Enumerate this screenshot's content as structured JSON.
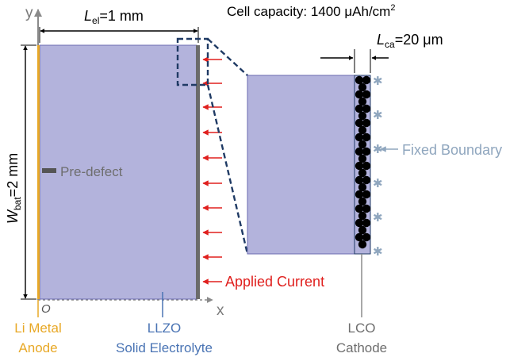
{
  "axes": {
    "y_label": "y",
    "x_label": "x",
    "origin_label": "O"
  },
  "dimensions": {
    "electrolyte_length": {
      "symbol": "L",
      "subscript": "el",
      "value": "=1 mm"
    },
    "battery_width": {
      "symbol": "W",
      "subscript": "bat",
      "value": "=2 mm"
    },
    "cathode_length": {
      "symbol": "L",
      "subscript": "ca",
      "value": "=20 μm"
    }
  },
  "cell_capacity": {
    "text": "Cell capacity: 1400 μAh/cm",
    "superscript": "2"
  },
  "labels": {
    "pre_defect": "Pre-defect",
    "applied_current": "Applied Current",
    "fixed_boundary": "Fixed Boundary",
    "anode_line1": "Li Metal",
    "anode_line2": "Anode",
    "electrolyte_line1": "LLZO",
    "electrolyte_line2": "Solid Electrolyte",
    "cathode_line1": "LCO",
    "cathode_line2": "Cathode"
  },
  "colors": {
    "electrolyte_fill": "#b3b3dc",
    "anode": "#e8a826",
    "current_arrow": "#e0201e",
    "dashed_outline": "#1f3a64",
    "boundary_arrow": "#8fa6be",
    "electrolyte_label": "#4a74b4",
    "gray_text": "#6e6e6e",
    "dimension_line": "#000000"
  }
}
